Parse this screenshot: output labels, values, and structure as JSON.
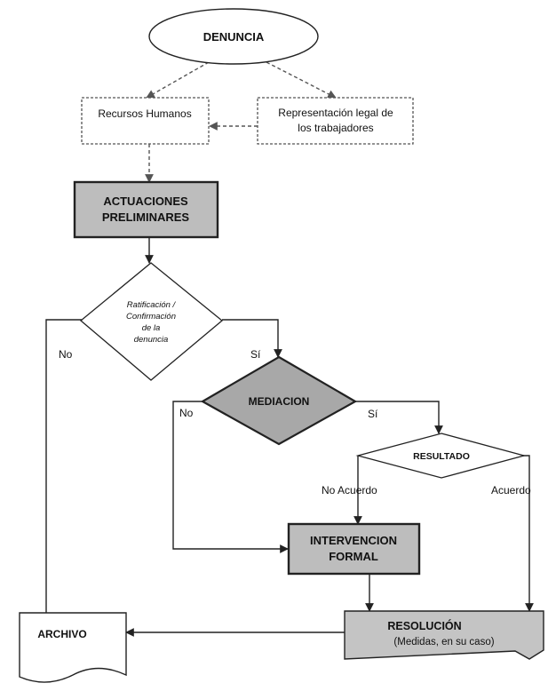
{
  "nodes": {
    "denuncia": "DENUNCIA",
    "rrhh": "Recursos Humanos",
    "rep_line1": "Representación legal de",
    "rep_line2": "los trabajadores",
    "act_line1": "ACTUACIONES",
    "act_line2": "PRELIMINARES",
    "ratif_line1": "Ratificación /",
    "ratif_line2": "Confirmación",
    "ratif_line3": "de la",
    "ratif_line4": "denuncia",
    "mediacion": "MEDIACION",
    "resultado": "RESULTADO",
    "interv_line1": "INTERVENCION",
    "interv_line2": "FORMAL",
    "resol_line1": "RESOLUCIÓN",
    "resol_line2": "(Medidas, en su caso)",
    "archivo": "ARCHIVO"
  },
  "edge_labels": {
    "ratif_no": "No",
    "ratif_si": "Sí",
    "med_no": "No",
    "med_si": "Sí",
    "res_no_acuerdo": "No Acuerdo",
    "res_acuerdo": "Acuerdo"
  },
  "colors": {
    "process_fill": "#bdbdbd",
    "resolution_fill": "#c4c4c4",
    "stroke": "#222222",
    "dashed_stroke": "#555555"
  }
}
